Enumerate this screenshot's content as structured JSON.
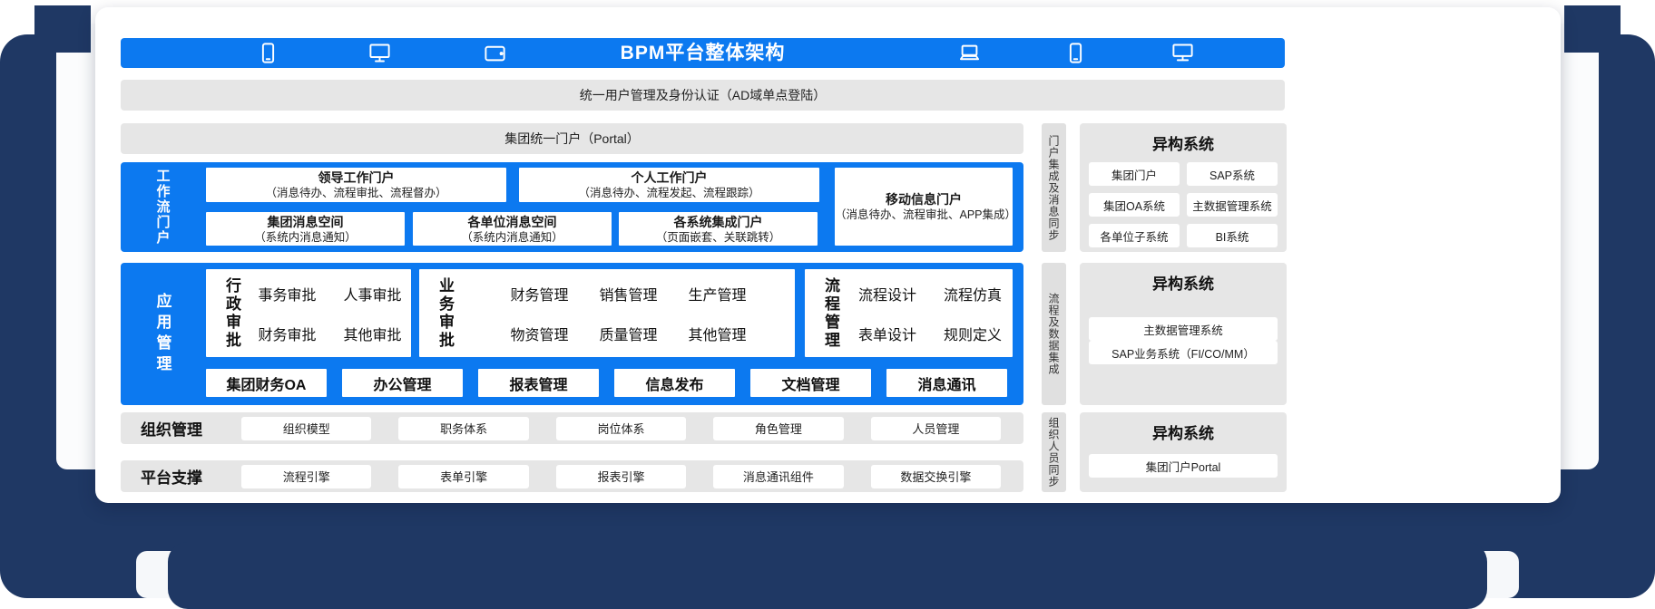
{
  "header": {
    "title": "BPM平台整体架构",
    "icons_left": [
      "smartphone-icon",
      "monitor-icon",
      "tablet-icon"
    ],
    "icons_right": [
      "laptop-icon",
      "smartphone-icon",
      "desktop-icon"
    ]
  },
  "bars": {
    "auth": "统一用户管理及身份认证（AD域单点登陆）",
    "portal": "集团统一门户（Portal）"
  },
  "workflow": {
    "label": "工作流门户",
    "leader": {
      "title": "领导工作门户",
      "sub": "（消息待办、流程审批、流程督办）"
    },
    "personal": {
      "title": "个人工作门户",
      "sub": "（消息待办、流程发起、流程跟踪）"
    },
    "mobile": {
      "title": "移动信息门户",
      "sub": "（消息待办、流程审批、APP集成）"
    },
    "group_msg": {
      "title": "集团消息空间",
      "sub": "（系统内消息通知）"
    },
    "unit_msg": {
      "title": "各单位消息空间",
      "sub": "（系统内消息通知）"
    },
    "sys_portal": {
      "title": "各系统集成门户",
      "sub": "（页面嵌套、关联跳转）"
    }
  },
  "apps": {
    "label": "应用管理",
    "admin": {
      "label": "行政审批",
      "items": [
        "事务审批",
        "人事审批",
        "财务审批",
        "其他审批"
      ]
    },
    "business": {
      "label": "业务审批",
      "items": [
        "财务管理",
        "销售管理",
        "生产管理",
        "物资管理",
        "质量管理",
        "其他管理"
      ]
    },
    "process": {
      "label": "流程管理",
      "items": [
        "流程设计",
        "流程仿真",
        "表单设计",
        "规则定义"
      ]
    },
    "bottom": [
      "集团财务OA",
      "办公管理",
      "报表管理",
      "信息发布",
      "文档管理",
      "消息通讯"
    ]
  },
  "org": {
    "label": "组织管理",
    "items": [
      "组织模型",
      "职务体系",
      "岗位体系",
      "角色管理",
      "人员管理"
    ]
  },
  "platform": {
    "label": "平台支撑",
    "items": [
      "流程引擎",
      "表单引擎",
      "报表引擎",
      "消息通讯组件",
      "数据交换引擎"
    ]
  },
  "connectors": [
    "门户集成及消息同步",
    "流程及数据集成",
    "组织人员同步"
  ],
  "hetero": {
    "p1": {
      "title": "异构系统",
      "items": [
        "集团门户",
        "SAP系统",
        "集团OA系统",
        "主数据管理系统",
        "各单位子系统",
        "BI系统"
      ]
    },
    "p2": {
      "title": "异构系统",
      "items": [
        "主数据管理系统",
        "SAP业务系统（FI/CO/MM）"
      ]
    },
    "p3": {
      "title": "异构系统",
      "items": [
        "集团门户Portal"
      ]
    }
  },
  "colors": {
    "accent": "#0c79f0",
    "navy": "#1f3864",
    "section_gray": "#e6e6e6"
  }
}
